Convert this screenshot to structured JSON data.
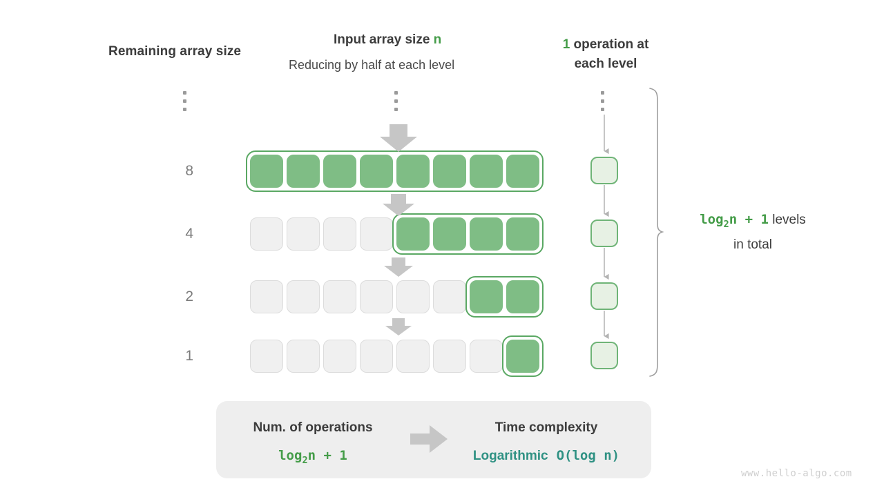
{
  "headers": {
    "left": "Remaining array size",
    "middle_title_prefix": "Input array size ",
    "middle_title_var": "n",
    "middle_subtitle": "Reducing by half at each level",
    "right_count": "1",
    "right_line1_rest": " operation at",
    "right_line2": "each level"
  },
  "rows": [
    {
      "label": "8",
      "total_cells": 8,
      "filled": 8
    },
    {
      "label": "4",
      "total_cells": 8,
      "filled": 4
    },
    {
      "label": "2",
      "total_cells": 8,
      "filled": 2
    },
    {
      "label": "1",
      "total_cells": 8,
      "filled": 1
    }
  ],
  "operations": {
    "cells": 4,
    "label": "operation-cell"
  },
  "brace": {
    "value_prefix": "log",
    "value_sub": "2",
    "value_suffix": "n + 1",
    "text_line1": " levels",
    "text_line2": "in total"
  },
  "summary": {
    "left_title": "Num. of operations",
    "left_value_prefix": "log",
    "left_value_sub": "2",
    "left_value_suffix": "n + 1",
    "right_title": "Time complexity",
    "right_value_word": "Logarithmic",
    "right_value_notation": "O(log n)"
  },
  "watermark": "www.hello-algo.com",
  "colors": {
    "green": "#449c48",
    "cell_fill": "#7fbd85",
    "cell_border": "#5aa863",
    "op_fill": "#e7f1e4",
    "op_border": "#6fb477",
    "teal": "#2f9183",
    "gray_text": "#3c3c3c",
    "gray_arrow": "#c4c4c4",
    "empty_cell": "#f0f0f0",
    "panel": "#eeeeee"
  }
}
